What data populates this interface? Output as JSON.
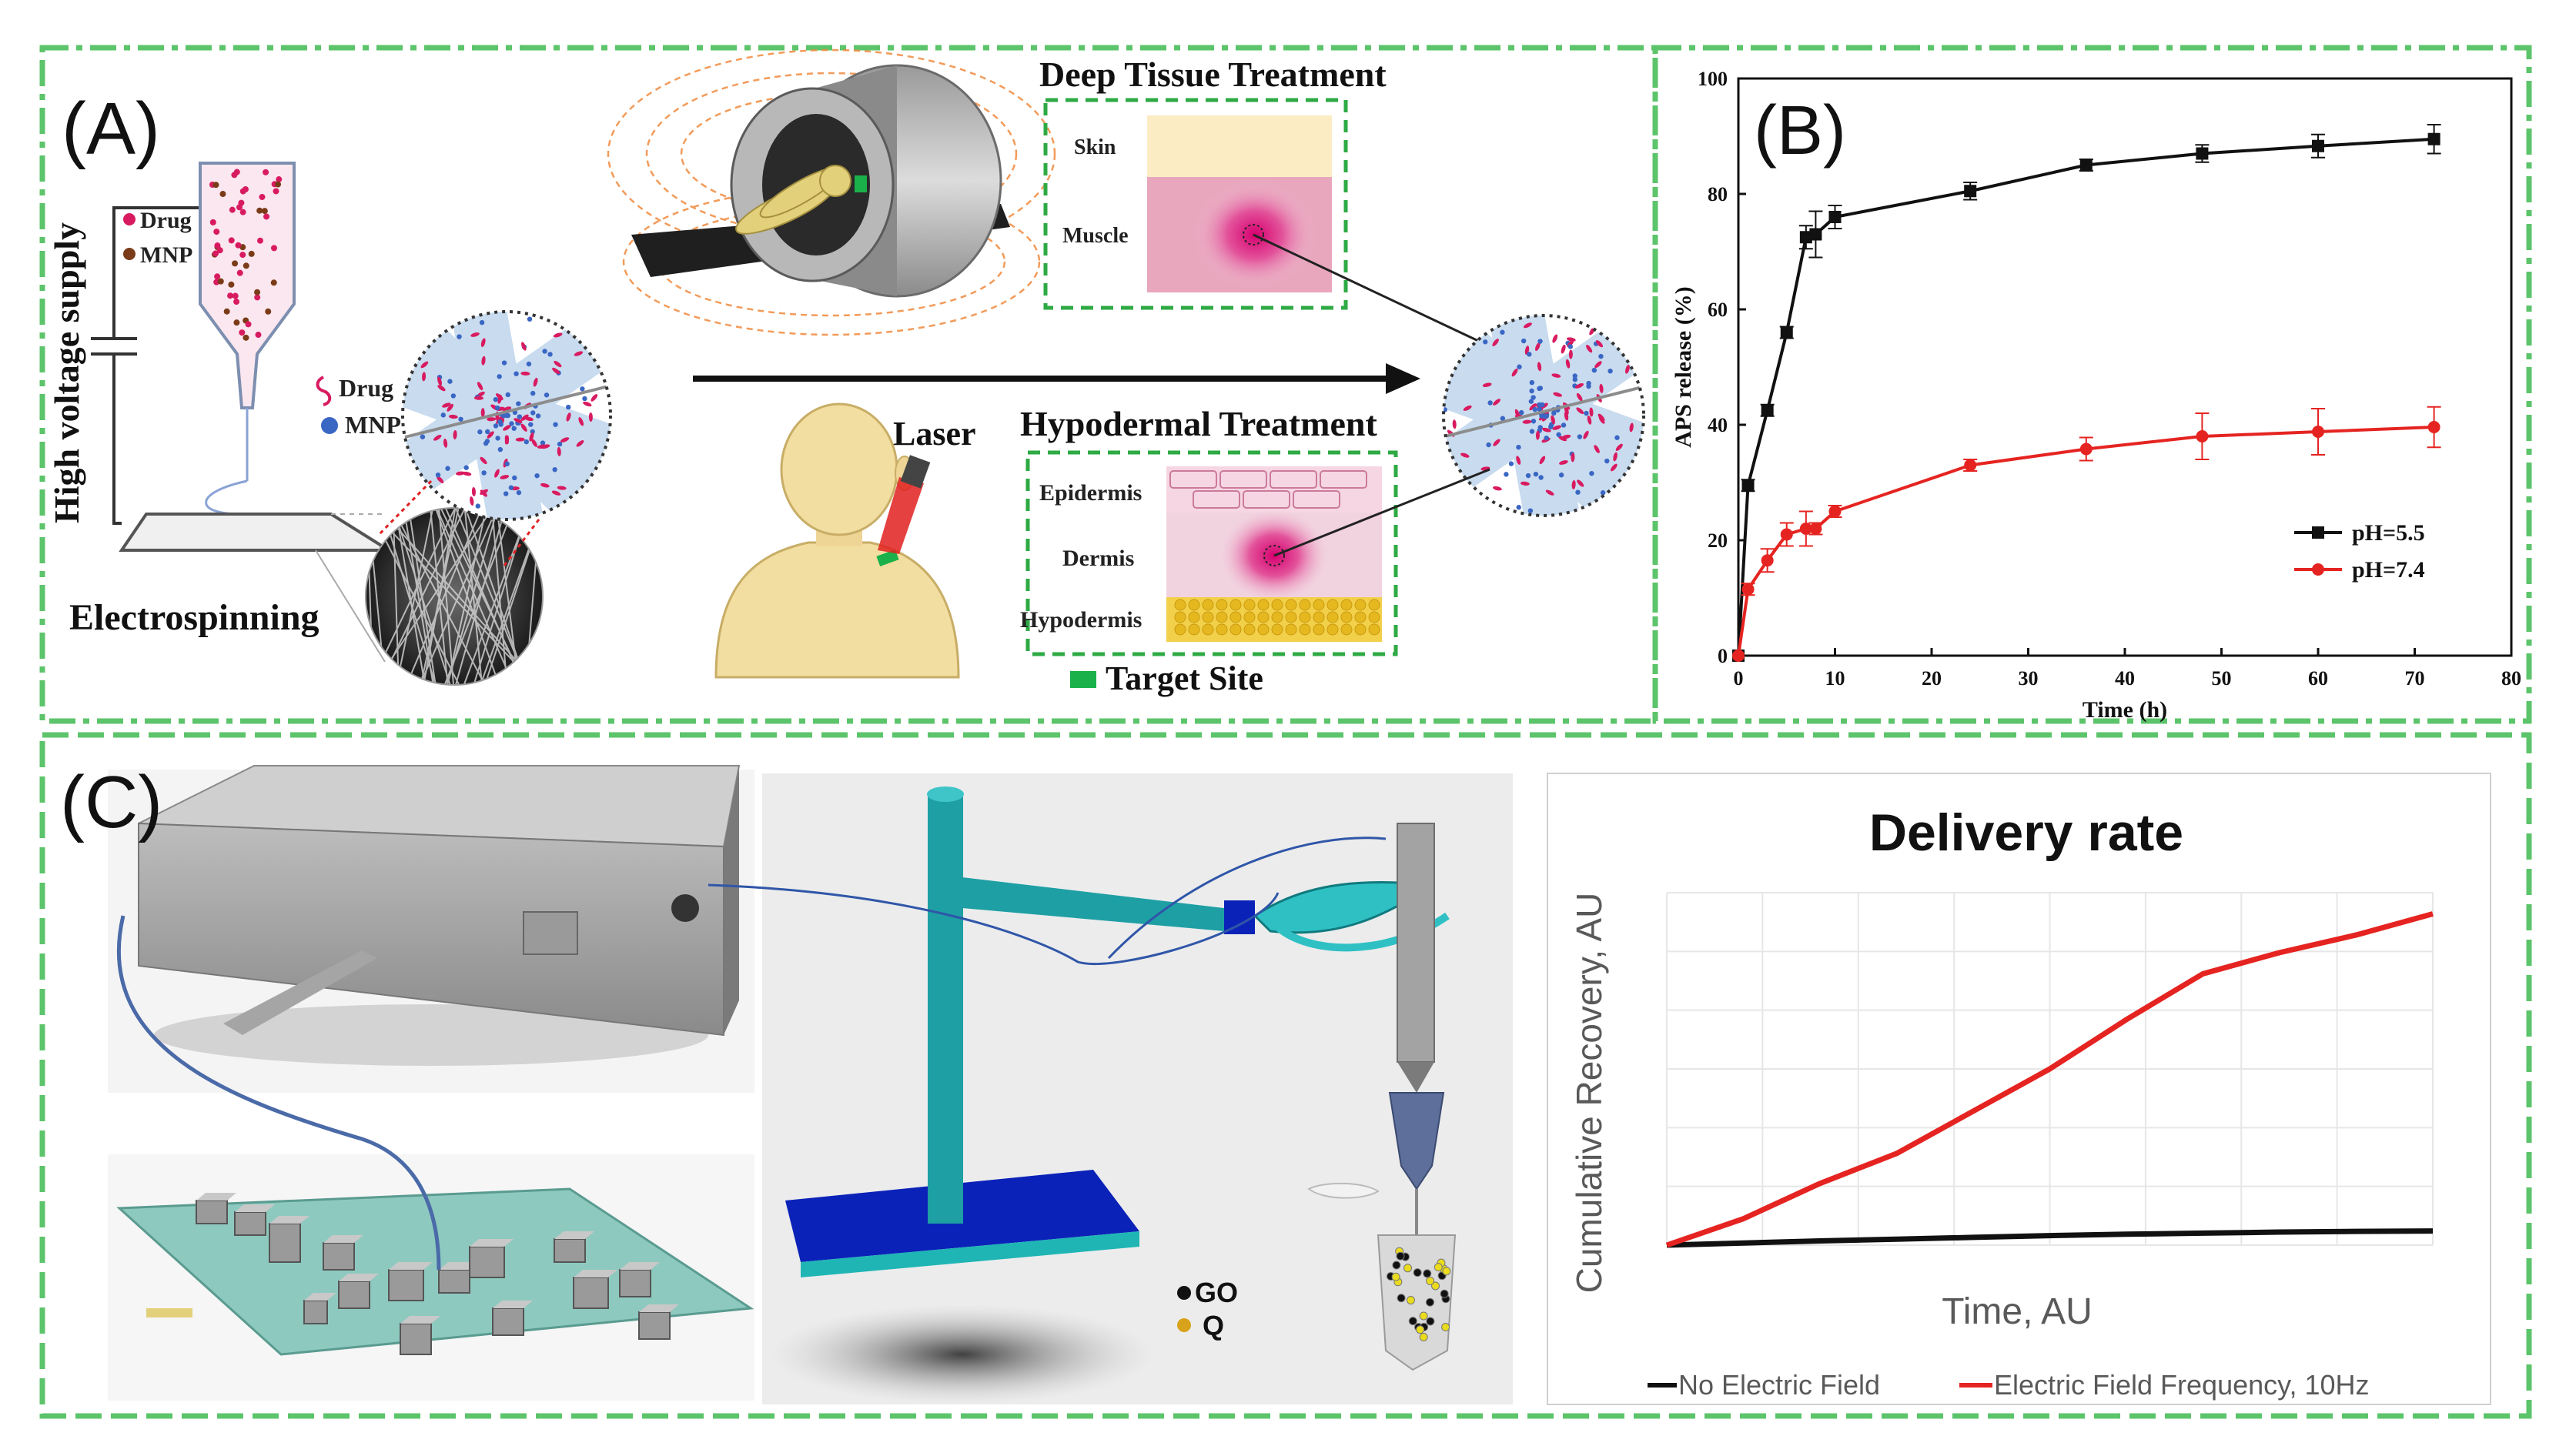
{
  "panel_a": {
    "label": "(A)",
    "high_voltage": "High voltage supply",
    "legend_drug": "Drug",
    "legend_mnp": "MNP",
    "electrospinning": "Electrospinning",
    "deep_tissue_title": "Deep Tissue Treatment",
    "skin": "Skin",
    "muscle": "Muscle",
    "laser": "Laser",
    "hypodermal_title": "Hypodermal Treatment",
    "epidermis": "Epidermis",
    "dermis": "Dermis",
    "hypodermis": "Hypodermis",
    "target_site": "Target Site",
    "colors": {
      "drug": "#d81b60",
      "mnp": "#3a66c4",
      "frame": "#2eaa44",
      "fiber": "#c8dbef"
    }
  },
  "panel_b": {
    "label": "(B)"
  },
  "panel_c": {
    "label": "(C)",
    "legend_go": "GO",
    "legend_q": "Q",
    "chart_title": "Delivery rate",
    "xlabel": "Time, AU",
    "ylabel": "Cumulative Recovery, AU",
    "legend_no_field": "No Electric Field",
    "legend_field": "Electric Field Frequency, 10Hz"
  },
  "chart_data": [
    {
      "type": "line",
      "xlabel": "Time (h)",
      "ylabel": "APS release (%)",
      "xlim": [
        0,
        80
      ],
      "ylim": [
        0,
        100
      ],
      "xticks": [
        "0",
        "10",
        "20",
        "30",
        "40",
        "50",
        "60",
        "70",
        "80"
      ],
      "yticks": [
        "0",
        "20",
        "40",
        "60",
        "80",
        "100"
      ],
      "legend": "right",
      "series": [
        {
          "name": "pH=5.5",
          "color": "#111111",
          "marker": "square",
          "x": [
            0,
            1,
            3,
            5,
            7,
            8,
            10,
            24,
            36,
            48,
            60,
            72
          ],
          "y": [
            0,
            29.5,
            42.5,
            56,
            72.5,
            73,
            76,
            80.5,
            85,
            87,
            88.3,
            89.5
          ],
          "err": [
            0,
            1,
            1,
            1,
            2,
            4,
            2,
            1.5,
            1,
            1.5,
            2,
            2.5
          ]
        },
        {
          "name": "pH=7.4",
          "color": "#e52421",
          "marker": "circle",
          "x": [
            0,
            1,
            3,
            5,
            7,
            8,
            10,
            24,
            36,
            48,
            60,
            72
          ],
          "y": [
            0,
            11.5,
            16.5,
            21,
            22,
            22,
            25,
            33,
            35.8,
            38,
            38.8,
            39.6
          ],
          "err": [
            0,
            1,
            2,
            2,
            3,
            1,
            1,
            1,
            2,
            4,
            4,
            3.5
          ]
        }
      ]
    },
    {
      "type": "line",
      "title": "Delivery rate",
      "xlabel": "Time, AU",
      "ylabel": "Cumulative Recovery, AU",
      "grid": true,
      "legend": "bottom",
      "x": [
        0,
        1,
        2,
        3,
        4,
        5,
        6,
        7,
        8,
        9,
        10
      ],
      "series": [
        {
          "name": "No Electric Field",
          "color": "#111111",
          "values": [
            0,
            0.06,
            0.12,
            0.17,
            0.22,
            0.27,
            0.31,
            0.34,
            0.37,
            0.39,
            0.4
          ]
        },
        {
          "name": "Electric Field Frequency, 10Hz",
          "color": "#e52421",
          "values": [
            0,
            0.75,
            1.75,
            2.6,
            3.8,
            5.0,
            6.4,
            7.7,
            8.3,
            8.8,
            9.4
          ]
        }
      ]
    }
  ]
}
